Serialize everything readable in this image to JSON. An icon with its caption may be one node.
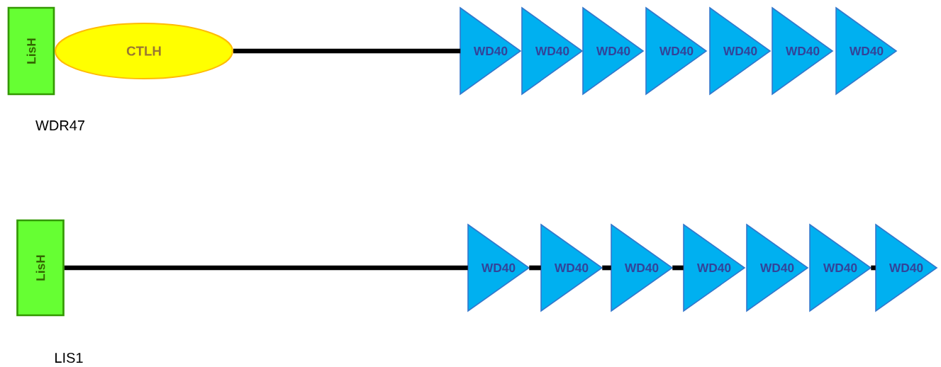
{
  "diagram": {
    "nodes": [
      {
        "text": [
          "LisH"
        ]
      },
      {
        "text": [
          "CTLH"
        ]
      },
      {
        "text": [
          "WD40"
        ]
      },
      {
        "text": [
          "WD40"
        ]
      },
      {
        "text": [
          "WD40"
        ]
      },
      {
        "text": [
          "WD40"
        ]
      },
      {
        "text": [
          "WD40"
        ]
      },
      {
        "text": [
          "WD40"
        ]
      },
      {
        "text": [
          "WD40"
        ]
      },
      {
        "text": [
          "LisH"
        ]
      },
      {
        "text": [
          "WD40"
        ]
      },
      {
        "text": [
          "WD40"
        ]
      },
      {
        "text": [
          "WD40"
        ]
      },
      {
        "text": [
          "WD40"
        ]
      },
      {
        "text": [
          "WD40"
        ]
      },
      {
        "text": [
          "WD40"
        ]
      },
      {
        "text": [
          "WD40"
        ]
      }
    ],
    "edges": [
      {
        "from": 1,
        "to": 2,
        "arrow": "none"
      },
      {
        "from": 9,
        "to": 10,
        "arrow": "none"
      },
      {
        "from": 10,
        "to": 11,
        "arrow": "none"
      },
      {
        "from": 11,
        "to": 12,
        "arrow": "none"
      },
      {
        "from": 12,
        "to": 13,
        "arrow": "none"
      },
      {
        "from": 15,
        "to": 16,
        "arrow": "none"
      }
    ],
    "labels": [
      "WDR47",
      "LIS1"
    ]
  }
}
